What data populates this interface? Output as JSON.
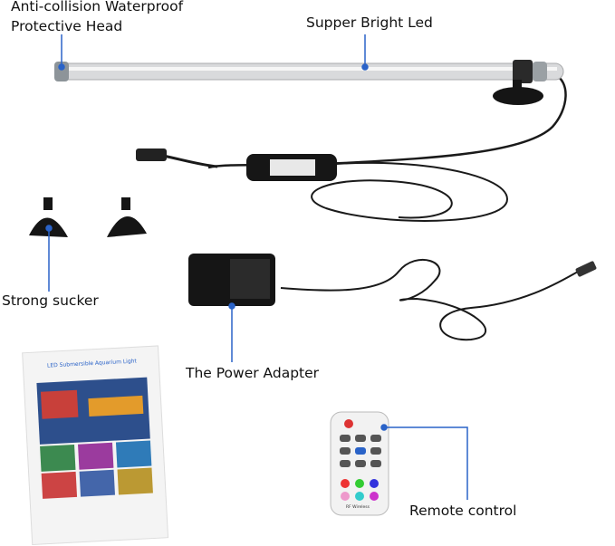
{
  "labels": {
    "head_line1": "Anti-collision Waterproof",
    "head_line2": "Protective Head",
    "led": "Supper Bright Led",
    "sucker": "Strong sucker",
    "adapter": "The Power Adapter",
    "remote": "Remote control"
  },
  "manual": {
    "title": "LED Submersible Aquarium Light"
  },
  "remote_device": {
    "footer": "RF Wireless"
  },
  "colors": {
    "callout": "#2a63c8",
    "cable": "#1a1a1a",
    "tube": "#d9dadc"
  }
}
